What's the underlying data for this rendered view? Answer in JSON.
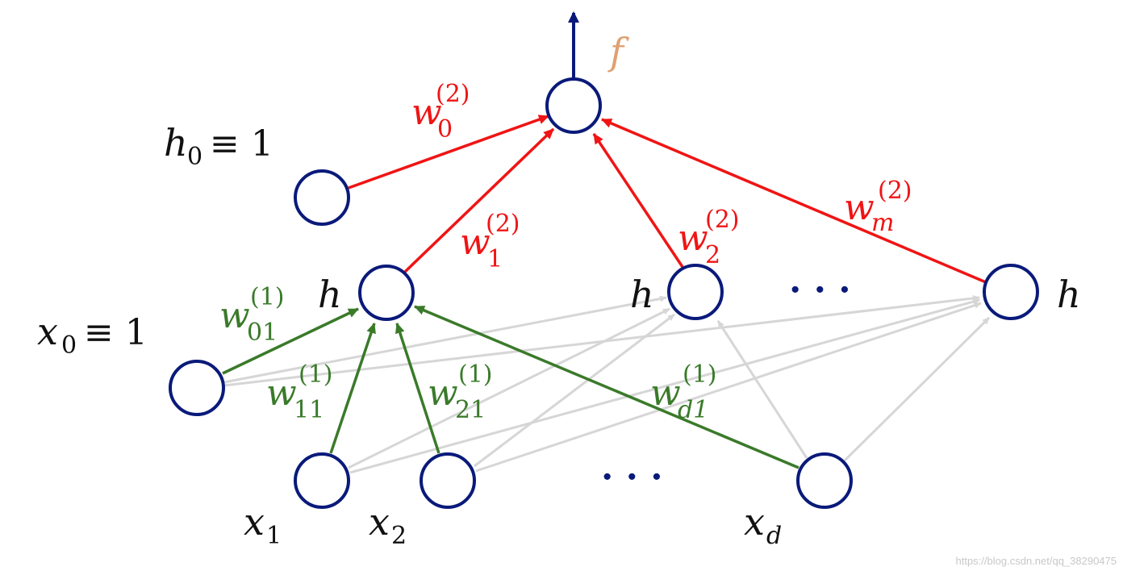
{
  "diagram": {
    "colors": {
      "node_stroke": "#0a1a7a",
      "input_edges": "#d6d6d6",
      "first_layer_highlight": "#3a7a2a",
      "second_layer": "#f01414",
      "output_arrow": "#0a1a7a",
      "output_label": "#e0a070",
      "text": "#111111"
    },
    "labels": {
      "output_f": "f",
      "h0_main": "h",
      "h0_sub": "0",
      "h0_rest": "≡ 1",
      "x0_main": "x",
      "x0_sub": "0",
      "x0_rest": "≡ 1",
      "h_left": "h",
      "h_mid": "h",
      "h_right": "h",
      "hidden_dots": "· · ·",
      "input_dots": "· · ·",
      "x1_main": "x",
      "x1_sub": "1",
      "x2_main": "x",
      "x2_sub": "2",
      "xd_main": "x",
      "xd_sub": "d"
    },
    "weights": {
      "w0_2": {
        "base": "w",
        "sub": "0",
        "sup": "(2)"
      },
      "w1_2": {
        "base": "w",
        "sub": "1",
        "sup": "(2)"
      },
      "w2_2": {
        "base": "w",
        "sub": "2",
        "sup": "(2)"
      },
      "wm_2": {
        "base": "w",
        "sub": "m",
        "sup": "(2)"
      },
      "w01_1": {
        "base": "w",
        "sub": "01",
        "sup": "(1)"
      },
      "w11_1": {
        "base": "w",
        "sub": "11",
        "sup": "(1)"
      },
      "w21_1": {
        "base": "w",
        "sub": "21",
        "sup": "(1)"
      },
      "wd1_1": {
        "base": "w",
        "sub": "d1",
        "sup": "(1)"
      }
    },
    "watermark": "https://blog.csdn.net/qq_38290475"
  }
}
